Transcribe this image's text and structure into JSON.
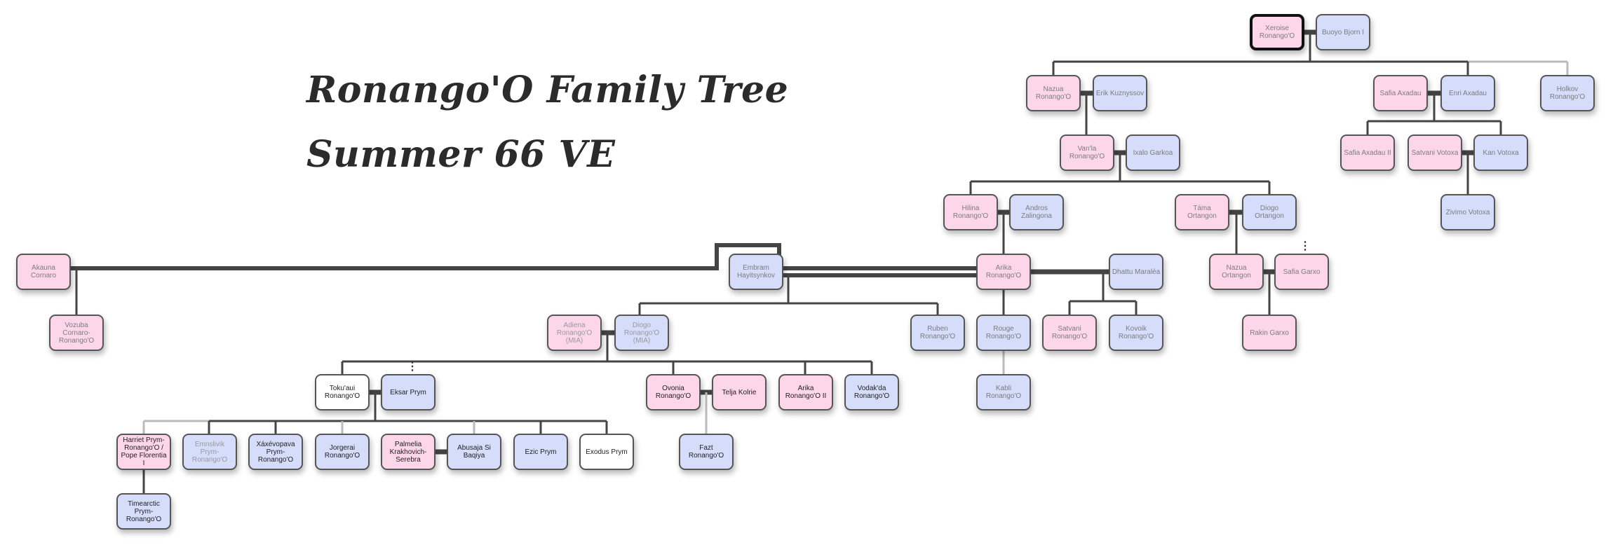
{
  "title": {
    "line1": "Ronango'O Family Tree",
    "line2": "Summer 66 VE"
  },
  "colors": {
    "female": "#fdd6ea",
    "male": "#d5ddfb",
    "unknown": "#ffffff",
    "line": "#444444"
  },
  "more_marker": "⋮",
  "people": [
    {
      "name": "Xeroise Ronango'O"
    },
    {
      "name": "Buoyo Bjorn I"
    },
    {
      "name": "Nazua Ronango'O"
    },
    {
      "name": "Erik Kuznyssov"
    },
    {
      "name": "Safia Axadau"
    },
    {
      "name": "Enri Axadau"
    },
    {
      "name": "Holkov Ronango'O"
    },
    {
      "name": "Van'la Ronango'O"
    },
    {
      "name": "Ixalo Garkoa"
    },
    {
      "name": "Safia Axadau II"
    },
    {
      "name": "Satvani Votoxa"
    },
    {
      "name": "Kan Votoxa"
    },
    {
      "name": "Hilina Ronango'O"
    },
    {
      "name": "Andros Zalingona"
    },
    {
      "name": "Táma Ortangon"
    },
    {
      "name": "Diogo Ortangon"
    },
    {
      "name": "Zivimo Votoxa"
    },
    {
      "name": "Akauna Cornaro"
    },
    {
      "name": "Embram Hayitsynkov"
    },
    {
      "name": "Arika Ronango'O"
    },
    {
      "name": "Dhattu Maraléa"
    },
    {
      "name": "Nazua Ortangon"
    },
    {
      "name": "Safia Garxo"
    },
    {
      "name": "Vozuba Cornaro-Ronango'O"
    },
    {
      "name": "Adiena Ronango'O (MIA)"
    },
    {
      "name": "Diogo Ronango'O (MIA)"
    },
    {
      "name": "Ruben Ronango'O"
    },
    {
      "name": "Rouge Ronango'O"
    },
    {
      "name": "Satvani Ronango'O"
    },
    {
      "name": "Kovoik Ronango'O"
    },
    {
      "name": "Rakin Garxo"
    },
    {
      "name": "Toku'aui Ronango'O"
    },
    {
      "name": "Eksar Prym"
    },
    {
      "name": "Ovonia Ronango'O"
    },
    {
      "name": "Telja Kolrie"
    },
    {
      "name": "Arika Ronango'O II"
    },
    {
      "name": "Vodak'da Ronango'O"
    },
    {
      "name": "Kabli Ronango'O"
    },
    {
      "name": "Harriet Prym-Ronango'O / Pope Florentia I"
    },
    {
      "name": "Emnslivik Prym-Ronango'O"
    },
    {
      "name": "Xáxévopava Prym-Ronango'O"
    },
    {
      "name": "Jorgerai Ronango'O"
    },
    {
      "name": "Palmelia Krakhovich-Serebra"
    },
    {
      "name": "Abusaja Si Baqiya"
    },
    {
      "name": "Ezic Prym"
    },
    {
      "name": "Exodus Prym"
    },
    {
      "name": "Fazt Ronango'O"
    },
    {
      "name": "Timearctic Prym-Ronango'O"
    }
  ]
}
